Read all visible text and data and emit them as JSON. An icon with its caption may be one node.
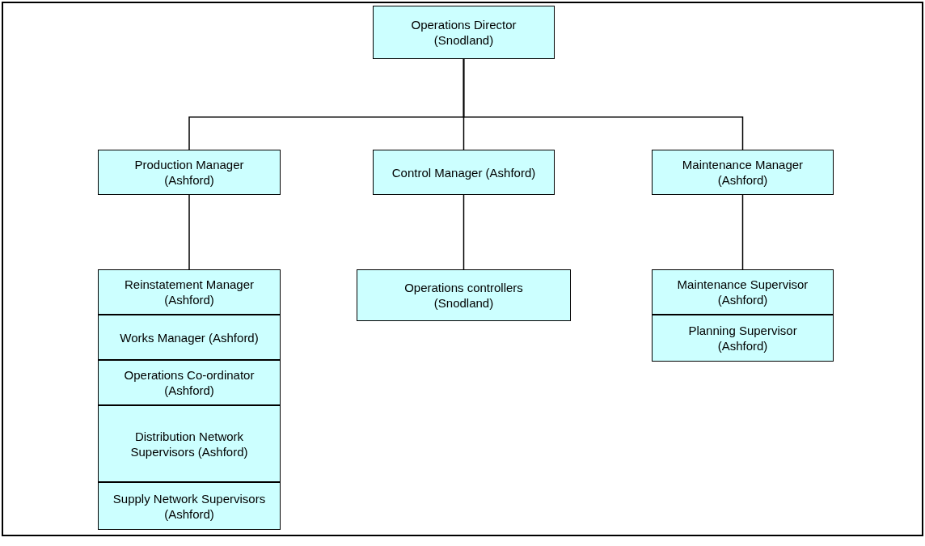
{
  "diagram": {
    "nodes": [
      {
        "text": [
          "Operations Director (Snodland)"
        ]
      },
      {
        "text": [
          "Production Manager (Ashford)"
        ]
      },
      {
        "text": [
          "Control Manager (Ashford)"
        ]
      },
      {
        "text": [
          "Maintenance Manager (Ashford)"
        ]
      },
      {
        "text": [
          "Reinstatement Manager (Ashford)"
        ]
      },
      {
        "text": [
          "Works Manager (Ashford)"
        ]
      },
      {
        "text": [
          "Operations Co-ordinator (Ashford)"
        ]
      },
      {
        "text": [
          "Distribution Network Supervisors (Ashford)"
        ]
      },
      {
        "text": [
          "Supply Network Supervisors (Ashford)"
        ]
      },
      {
        "text": [
          "Operations controllers (Snodland)"
        ]
      },
      {
        "text": [
          "Maintenance Supervisor (Ashford)"
        ]
      },
      {
        "text": [
          "Planning Supervisor (Ashford)"
        ]
      }
    ],
    "edges": [
      {
        "from": 0,
        "to": 1,
        "arrow": "none"
      },
      {
        "from": 0,
        "to": 2,
        "arrow": "none"
      },
      {
        "from": 0,
        "to": 3,
        "arrow": "none"
      },
      {
        "from": 1,
        "to": 4,
        "arrow": "none"
      },
      {
        "from": 2,
        "to": 9,
        "arrow": "none"
      },
      {
        "from": 3,
        "to": 10,
        "arrow": "none"
      }
    ]
  }
}
